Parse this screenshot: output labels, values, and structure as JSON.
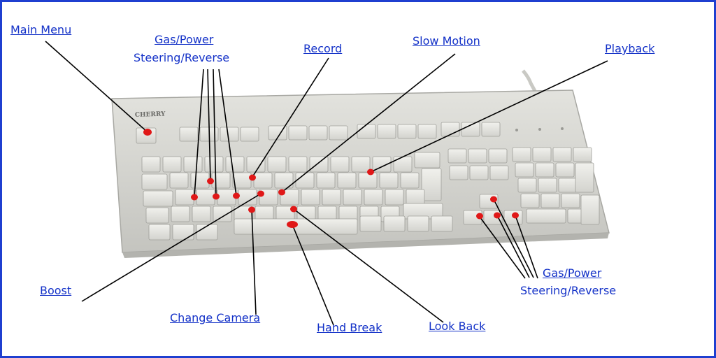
{
  "labels": {
    "main_menu": "Main Menu",
    "gas_power_left": "Gas/Power",
    "steering_reverse_left": "Steering/Reverse",
    "record": "Record",
    "slow_motion": "Slow Motion",
    "playback": "Playback",
    "boost": "Boost",
    "change_camera": "Change Camera",
    "hand_break": "Hand Break",
    "look_back": "Look Back",
    "gas_power_right": "Gas/Power",
    "steering_reverse_right": "Steering/Reverse"
  },
  "keyboard": {
    "brand": "CHERRY"
  },
  "colors": {
    "label_text": "#1432c8",
    "border": "#1f3fd0",
    "marker": "#e01818",
    "leader_line": "#000000",
    "keyboard_body": "#d6d6d1",
    "key": "#e6e6e1"
  }
}
